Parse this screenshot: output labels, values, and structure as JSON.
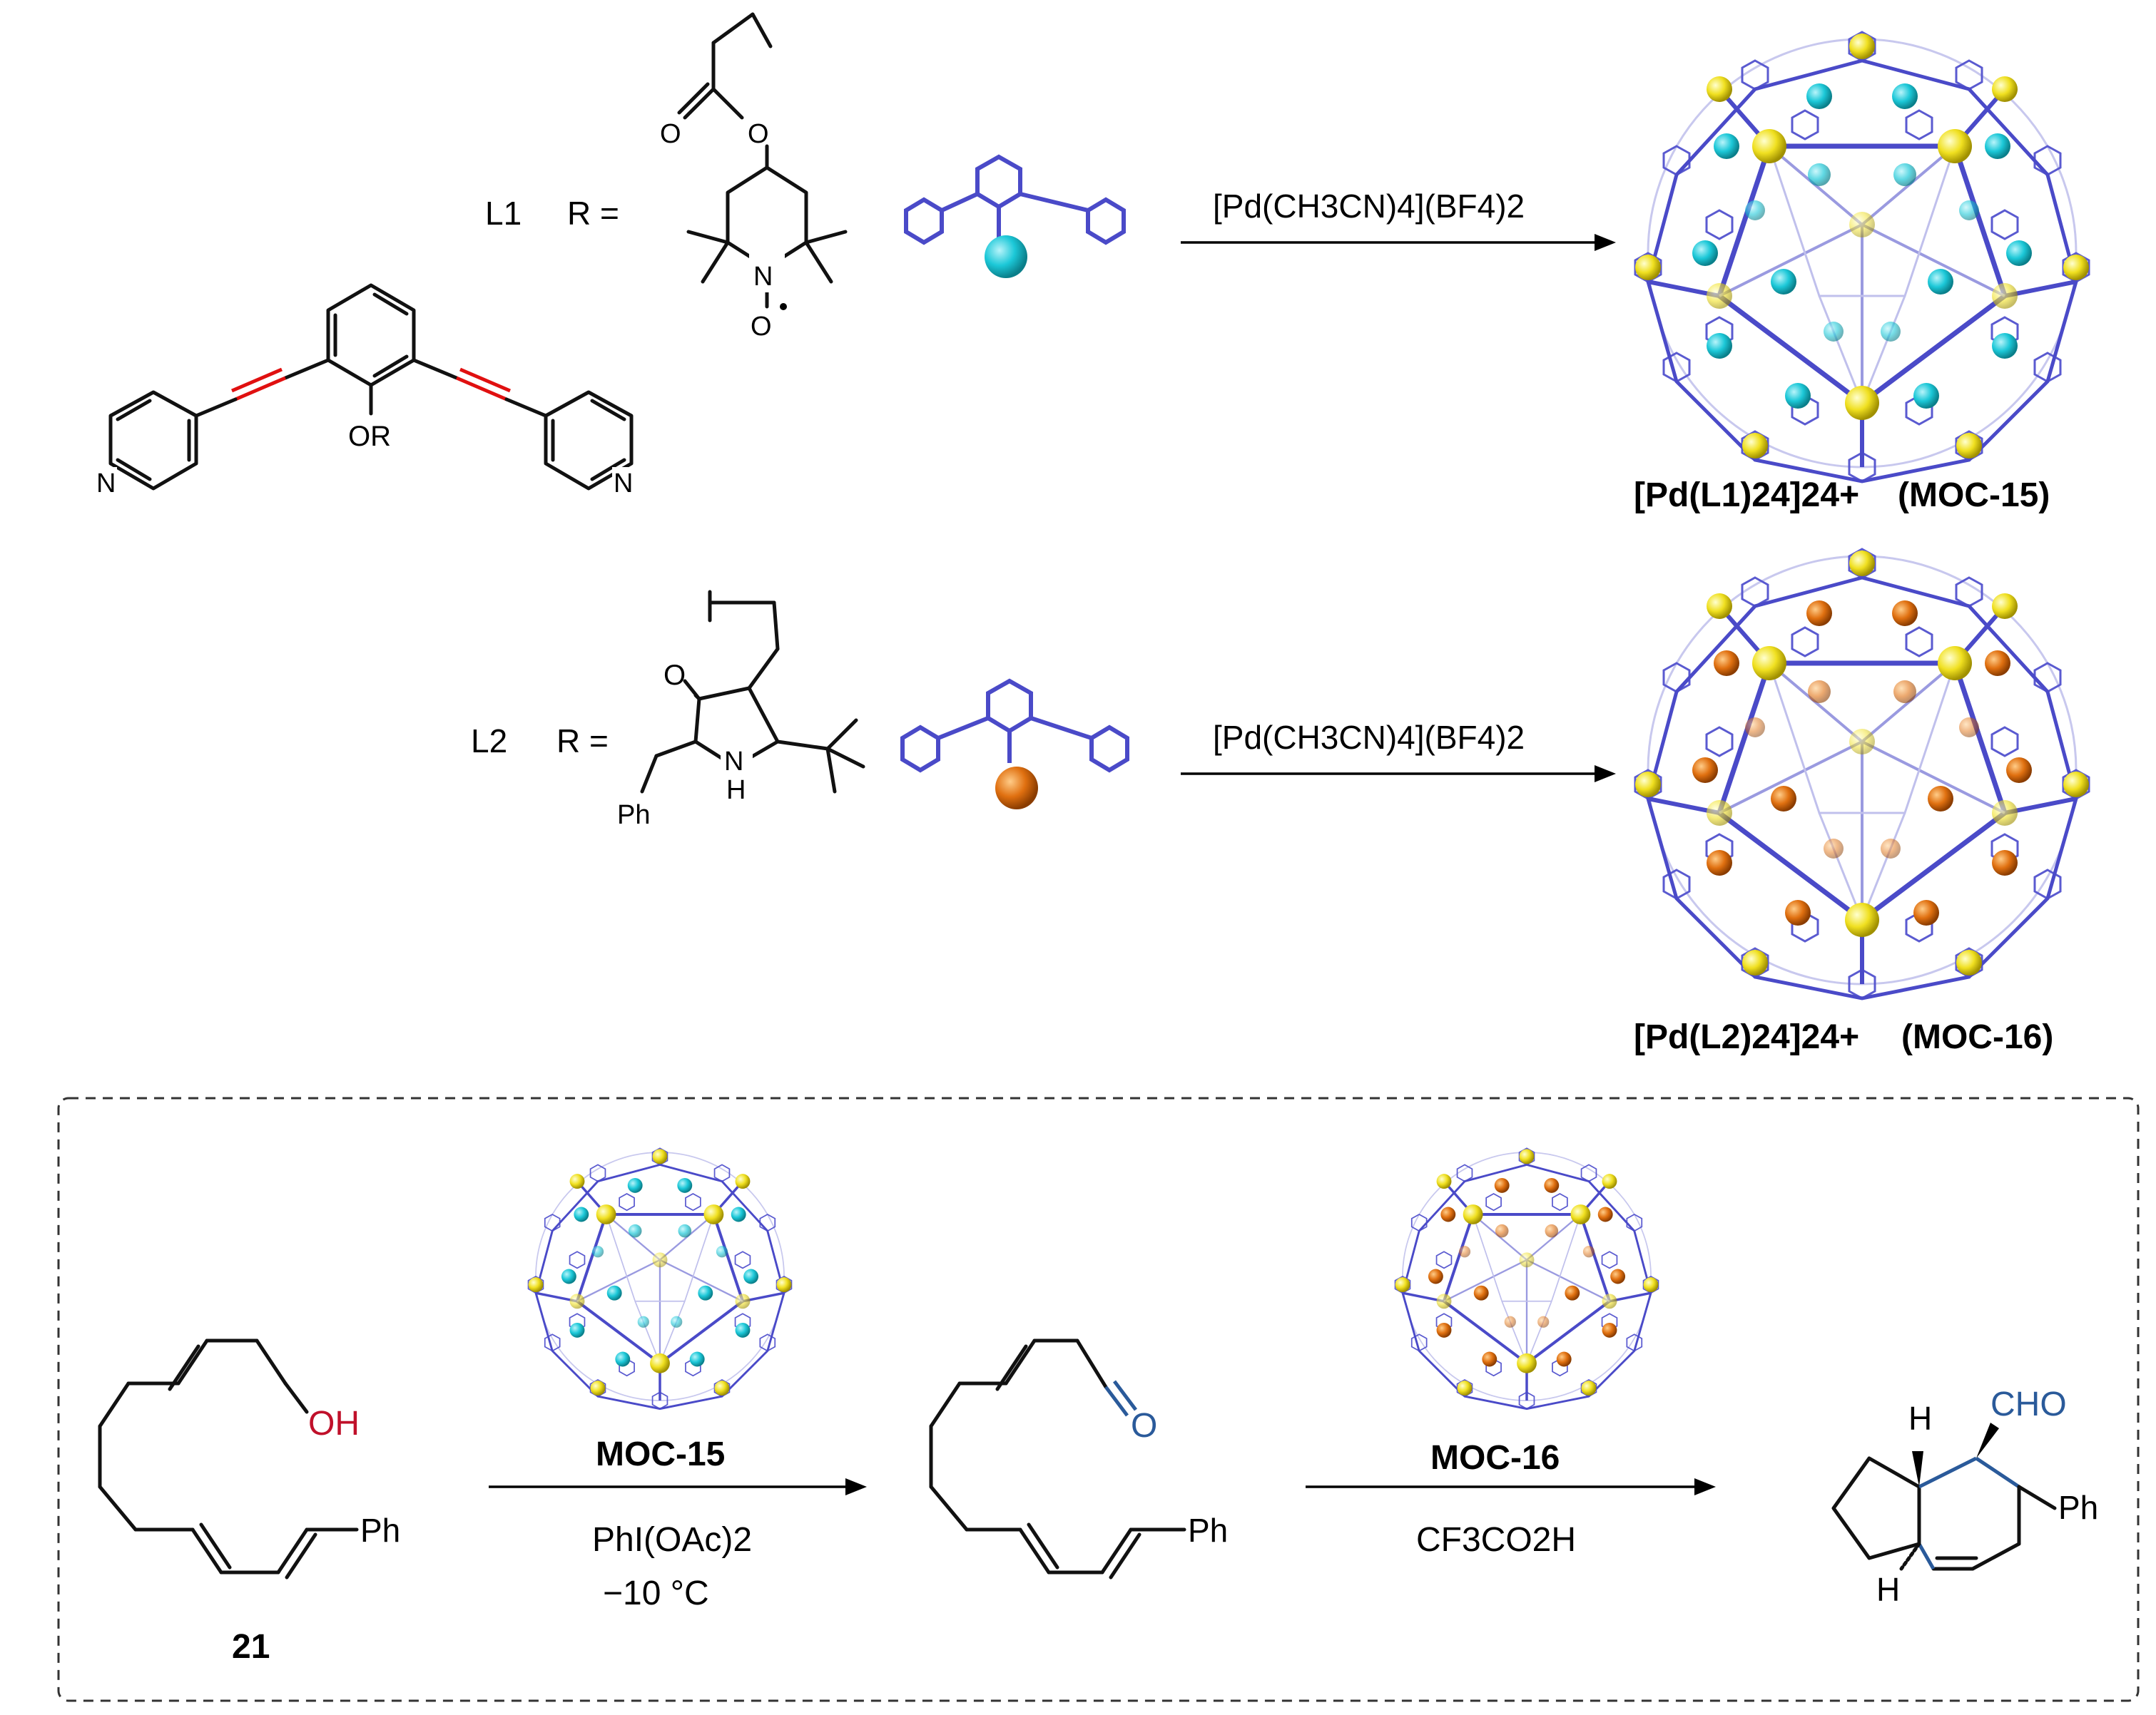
{
  "ligand_labels": {
    "l1": "L1",
    "l2": "L2",
    "r_equals": "R ="
  },
  "core_ligand": {
    "or_label": "OR",
    "n_left": "N",
    "n_right": "N"
  },
  "tempo_group": {
    "o_carbonyl": "O",
    "o_ester": "O",
    "n_atom": "N",
    "o_radical": "O"
  },
  "proline_group": {
    "o_ketone": "O",
    "n_atom": "N",
    "h_atom": "H",
    "ph": "Ph"
  },
  "reaction_1": {
    "reagent": "[Pd(CH3CN)4](BF4)2",
    "product_formula": "[Pd(L1)24]24+",
    "product_name": "(MOC-15)"
  },
  "reaction_2": {
    "reagent": "[Pd(CH3CN)4](BF4)2",
    "product_formula": "[Pd(L2)24]24+",
    "product_name": "(MOC-16)"
  },
  "cascade": {
    "substrate_label": "21",
    "substrate_oh": "OH",
    "substrate_ph": "Ph",
    "step1_catalyst": "MOC-15",
    "step1_reagent": "PhI(OAc)2",
    "step1_temp": "−10 °C",
    "intermediate_o": "O",
    "intermediate_ph": "Ph",
    "step2_catalyst": "MOC-16",
    "step2_reagent": "CF3CO2H",
    "product_h_top": "H",
    "product_h_bottom": "H",
    "product_cho": "CHO",
    "product_ph": "Ph"
  },
  "colors": {
    "ligand_blue": "#4a4ac8",
    "cyan_sphere": "#1cc8d8",
    "orange_sphere": "#e07010",
    "pd_yellow": "#f0e020",
    "red_alkyne": "#e01010",
    "oh_red": "#c0102a",
    "aldehyde_blue": "#2a5a9a"
  }
}
